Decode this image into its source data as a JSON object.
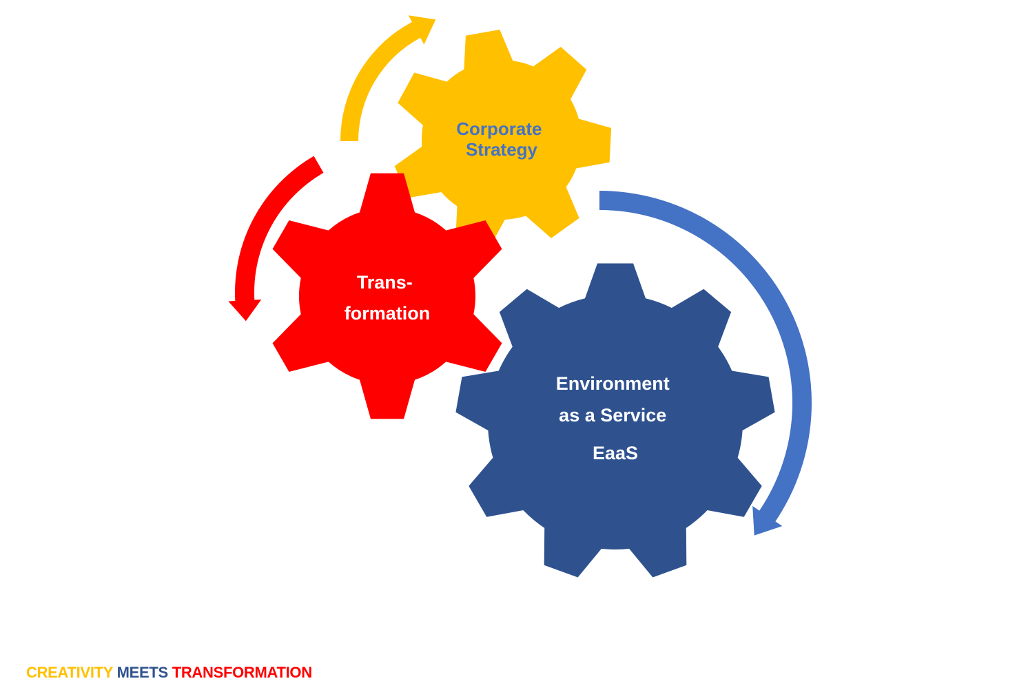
{
  "colors": {
    "yellow": "#FFC000",
    "red": "#FF0000",
    "navy": "#2F528F",
    "blue": "#4472C4",
    "label_blue": "#4472C4",
    "white": "#FFFFFF"
  },
  "gears": {
    "strategy": {
      "line1": "Corporate",
      "line2": "Strategy"
    },
    "transformation": {
      "line1": "Trans-",
      "line2": "formation"
    },
    "eaas": {
      "line1": "Environment",
      "line2": "as a Service",
      "line3": "EaaS"
    }
  },
  "tagline": {
    "word1": "CREATIVITY",
    "word2": "MEETS",
    "word3": "TRANSFORMATION"
  },
  "icons": [
    "gear-icon",
    "curved-arrow-icon"
  ]
}
